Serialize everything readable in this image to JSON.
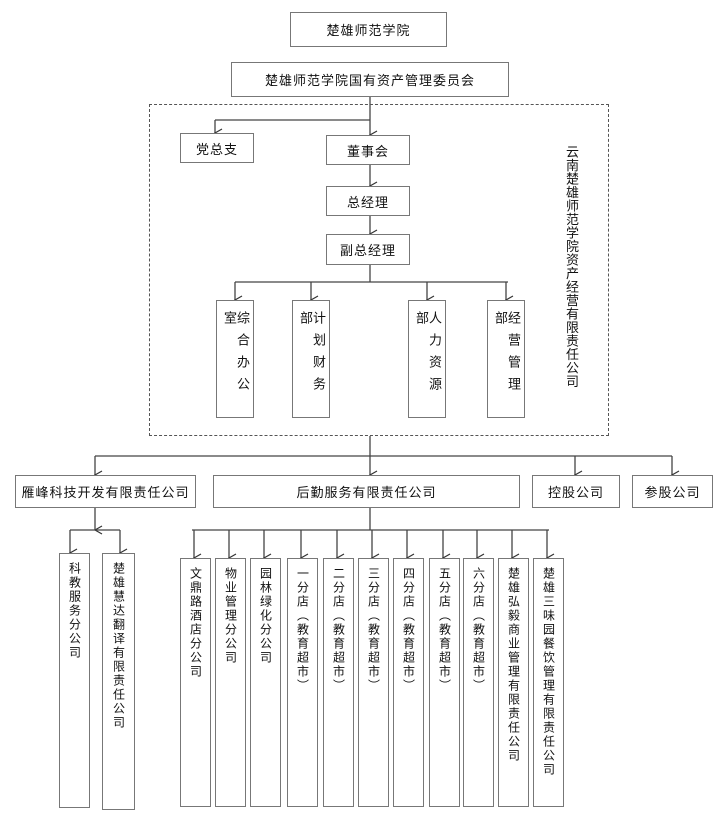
{
  "top": "楚雄师范学院",
  "committee": "楚雄师范学院国有资产管理委员会",
  "company_label": "云南楚雄师范学院资产经营有限责任公司",
  "party": "党总支",
  "board": "董事会",
  "gm": "总经理",
  "vgm": "副总经理",
  "departments": [
    "综合办公室",
    "计划财务部",
    "人力资源部",
    "经营管理部"
  ],
  "subsidiaries": [
    "雁峰科技开发有限责任公司",
    "后勤服务有限责任公司",
    "控股公司",
    "参股公司"
  ],
  "yanfeng_children": [
    "科教服务分公司",
    "楚雄慧达翻译有限责任公司"
  ],
  "houqin_children": [
    "文鼎路酒店分公司",
    "物业管理分公司",
    "园林绿化分公司",
    "一分店（教育超市）",
    "二分店（教育超市）",
    "三分店（教育超市）",
    "四分店（教育超市）",
    "五分店（教育超市）",
    "六分店（教育超市）",
    "楚雄弘毅商业管理有限责任公司",
    "楚雄三味园餐饮管理有限责任公司"
  ]
}
